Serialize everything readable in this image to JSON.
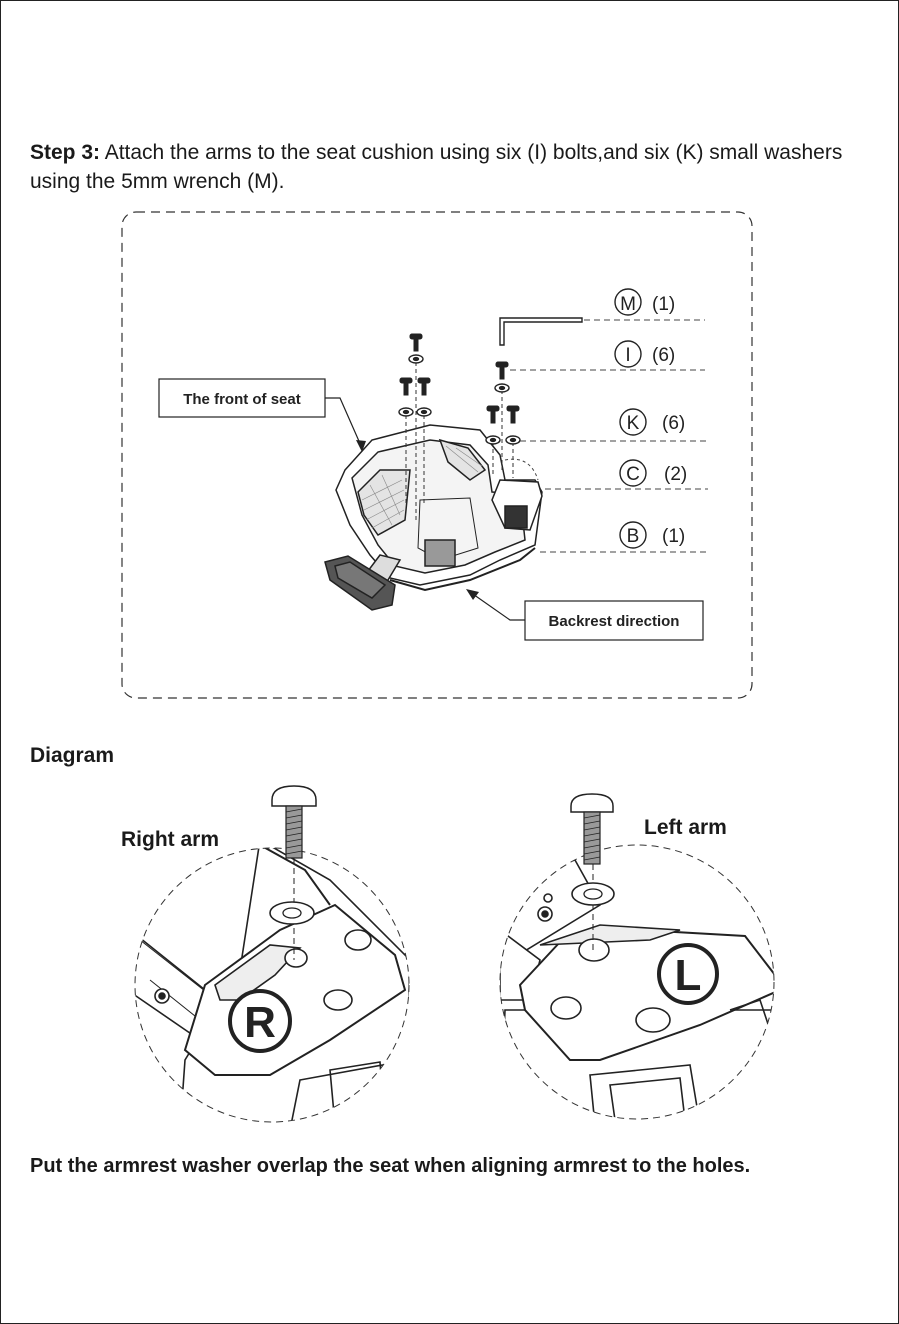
{
  "step": {
    "label": "Step 3:",
    "text": " Attach the arms to the seat cushion using six (I) bolts,and six (K) small washers using the 5mm wrench (M)."
  },
  "callouts": {
    "front_of_seat": "The front of seat",
    "backrest_direction": "Backrest direction"
  },
  "parts": [
    {
      "letter": "M",
      "qty": "(1)"
    },
    {
      "letter": "I",
      "qty": "(6)"
    },
    {
      "letter": "K",
      "qty": "(6)"
    },
    {
      "letter": "C",
      "qty": "(2)"
    },
    {
      "letter": "B",
      "qty": "(1)"
    }
  ],
  "diagram": {
    "heading": "Diagram",
    "right_arm_label": "Right arm",
    "left_arm_label": "Left arm",
    "right_badge": "R",
    "left_badge": "L"
  },
  "footer_note": "Put the armrest washer overlap the seat when aligning armrest to the holes."
}
